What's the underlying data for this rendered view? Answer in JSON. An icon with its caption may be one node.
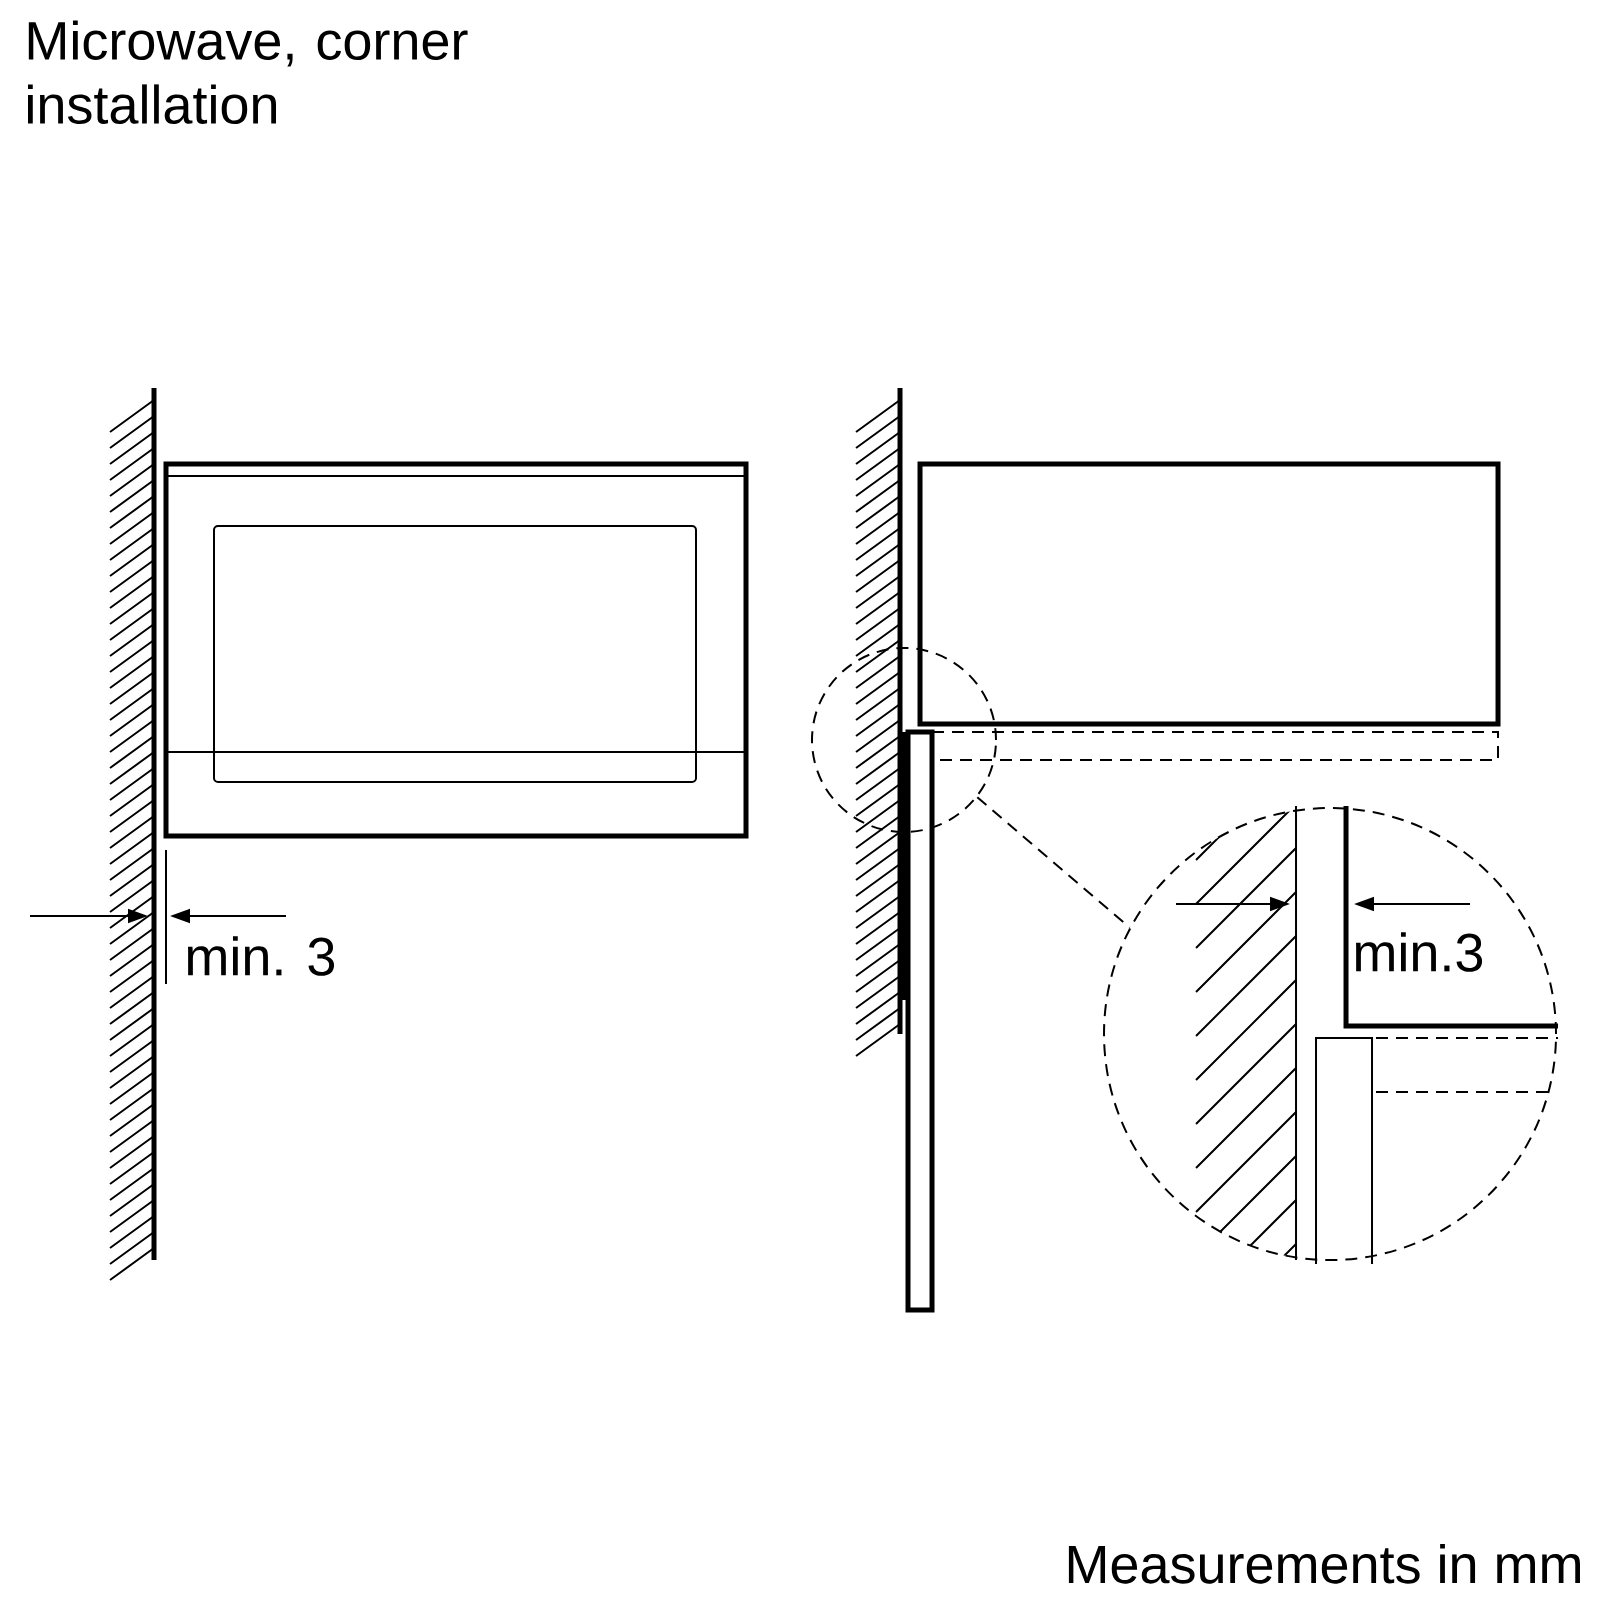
{
  "diagram": {
    "title": "Microwave, corner installation",
    "nodes": [
      {
        "text": [],
        "shape": "circle"
      },
      {
        "text": [],
        "shape": "circle"
      }
    ],
    "edges": [
      {
        "from": 0,
        "to": 1,
        "arrow": "none",
        "style": "dashed"
      }
    ],
    "labels": [
      "min. 3",
      "min.3",
      "Measurements in mm"
    ]
  }
}
